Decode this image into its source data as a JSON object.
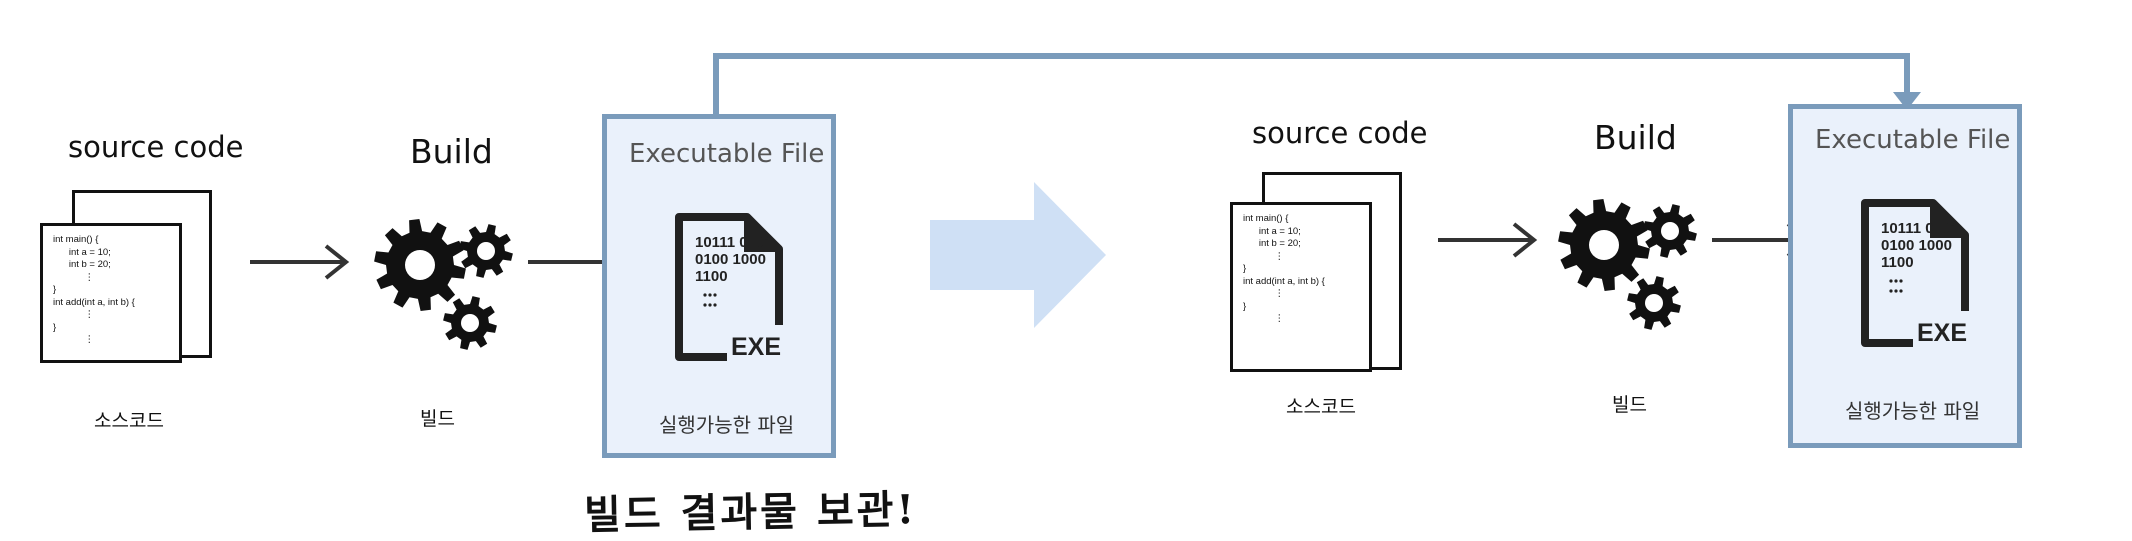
{
  "left": {
    "source_title": "source code",
    "source_caption": "소스코드",
    "build_title": "Build",
    "build_caption": "빌드",
    "exe_title": "Executable File",
    "exe_caption": "실행가능한 파일",
    "exe_badge": "EXE",
    "binary_lines": [
      "10111 0101",
      "0100 1000",
      "1100"
    ],
    "code_lines": [
      "int main() {",
      "      int a = 10;",
      "      int b = 20;",
      "            ⋮",
      "}",
      "int add(int a, int b) {",
      "            ⋮",
      "}",
      "            ⋮"
    ]
  },
  "right": {
    "source_title": "source code",
    "source_caption": "소스코드",
    "build_title": "Build",
    "build_caption": "빌드",
    "exe_title": "Executable File",
    "exe_caption": "실행가능한 파일",
    "exe_badge": "EXE",
    "binary_lines": [
      "10111 0101",
      "0100 1000",
      "1100"
    ],
    "code_lines": [
      "int main() {",
      "      int a = 10;",
      "      int b = 20;",
      "            ⋮",
      "}",
      "int add(int a, int b) {",
      "            ⋮",
      "}",
      "            ⋮"
    ]
  },
  "annotation": "빌드 결과물 보관!",
  "colors": {
    "box_border": "#7a9bbb",
    "box_fill": "#eaf1fb",
    "big_arrow": "#cfe0f5",
    "arrow": "#333333"
  },
  "icons": [
    "gears-icon",
    "exe-file-icon",
    "arrow-right-icon",
    "big-arrow-right-icon"
  ]
}
